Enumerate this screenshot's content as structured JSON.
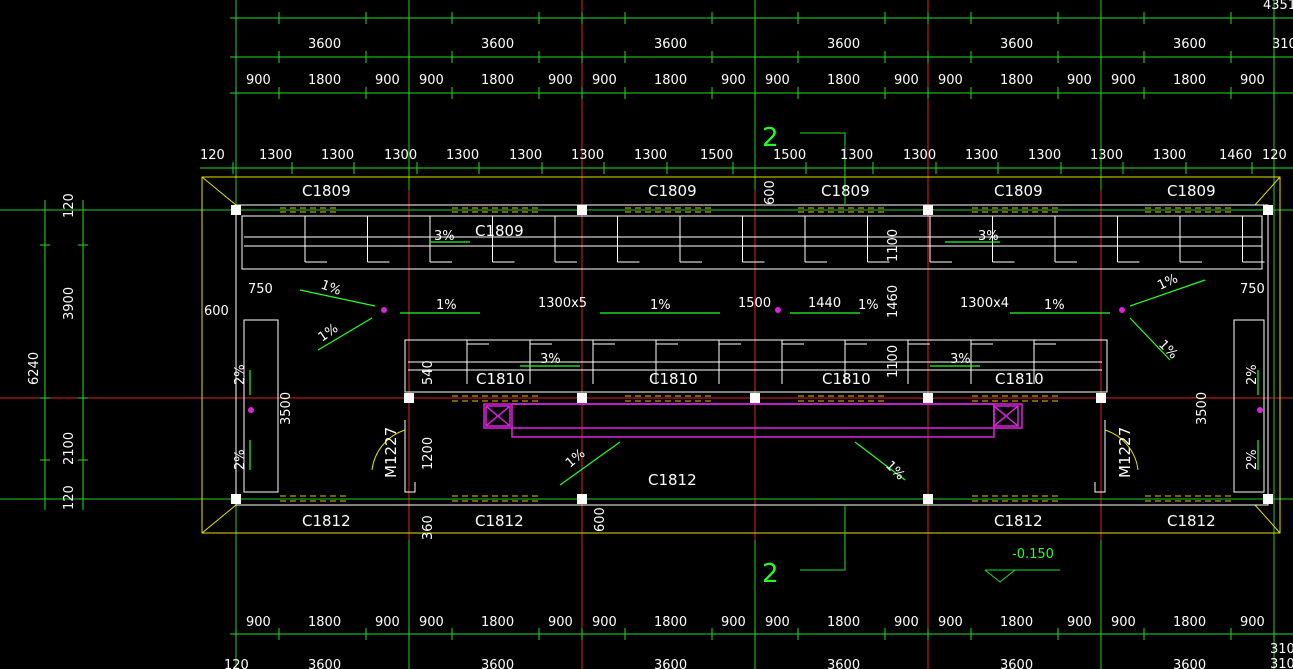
{
  "drawing": {
    "top_right_label": "4351",
    "dim_row_1": [
      "3600",
      "3600",
      "3600",
      "3600",
      "3600",
      "3600"
    ],
    "dim_row_1_end": "310",
    "dim_row_2": [
      "900",
      "1800",
      "900",
      "900",
      "1800",
      "900",
      "900",
      "1800",
      "900",
      "900",
      "1800",
      "900",
      "900",
      "1800",
      "900",
      "900",
      "1800",
      "900"
    ],
    "dim_row_3": [
      "120",
      "1300",
      "1300",
      "1300",
      "1300",
      "1300",
      "1300",
      "1300",
      "1500",
      "1500",
      "1300",
      "1300",
      "1300",
      "1300",
      "1300",
      "1300",
      "1460",
      "120"
    ],
    "section_mark": "2",
    "windows_top": [
      "C1809",
      "C1809",
      "C1809",
      "C1809",
      "C1809"
    ],
    "window_inner_top": "C1809",
    "windows_mid": [
      "C1810",
      "C1810",
      "C1810",
      "C1810"
    ],
    "windows_bottom": [
      "C1812",
      "C1812",
      "C1812",
      "C1812"
    ],
    "window_bottom_center": "C1812",
    "doors": [
      "M1227",
      "M1227"
    ],
    "left_dims": [
      "6240",
      "120",
      "3900",
      "2100",
      "120"
    ],
    "dim_600_left": "600",
    "dim_750_left": "750",
    "dim_750_right": "750",
    "dim_3500_left": "3500",
    "dim_3500_right": "3500",
    "dim_1200": "1200",
    "dim_540": "540",
    "dim_360": "360",
    "dim_600_bottom": "600",
    "dim_600_top": "600",
    "dim_1100_a": "1100",
    "dim_1100_b": "1100",
    "dim_1460": "1460",
    "spacing_a": "1300x5",
    "spacing_b": "1500",
    "spacing_c": "1440",
    "spacing_d": "1300x4",
    "slope": "1%",
    "slope_pct": "3%",
    "slope_2": "2%",
    "elevation": "-0.150",
    "dim_row_4": [
      "900",
      "1800",
      "900",
      "900",
      "1800",
      "900",
      "900",
      "1800",
      "900",
      "900",
      "1800",
      "900",
      "900",
      "1800",
      "900",
      "900",
      "1800",
      "900"
    ],
    "dim_row_5": [
      "120",
      "3600",
      "3600",
      "3600",
      "3600",
      "3600",
      "3600"
    ],
    "bottom_right_labels": [
      "310",
      "310"
    ]
  }
}
